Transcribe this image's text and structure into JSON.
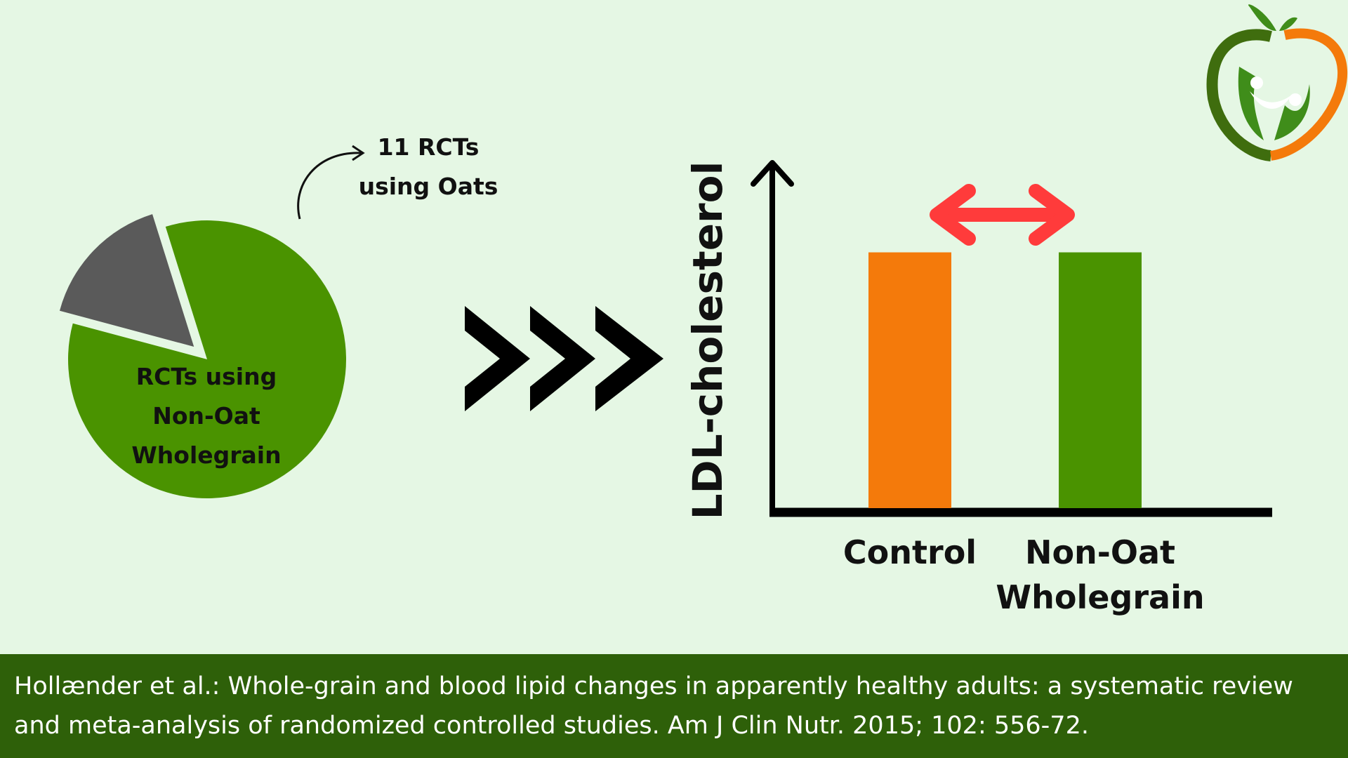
{
  "pie": {
    "slices": [
      {
        "label": "11 RCTs\nusing Oats",
        "fraction": 0.16,
        "color": "#5a5a5a"
      },
      {
        "label": "RCTs using\nNon-Oat\nWholegrain",
        "fraction": 0.84,
        "color": "#4a9300"
      }
    ]
  },
  "chart_data": {
    "type": "bar",
    "categories": [
      "Control",
      "Non-Oat\nWholegrain"
    ],
    "values": [
      1,
      1
    ],
    "colors": [
      "#f47a0b",
      "#4a9300"
    ],
    "title": "",
    "xlabel": "",
    "ylabel": "LDL-cholesterol",
    "ylim": [
      0,
      1.35
    ]
  },
  "colors": {
    "background": "#e5f7e4",
    "footer": "#2e6009",
    "arrow": "#ff3b3b",
    "axis": "#000000",
    "text": "#111111"
  },
  "icons": {
    "chevrons": "triple-chevron-right-icon",
    "double_arrow": "double-headed-arrow-icon",
    "logo": "apple-people-logo-icon"
  },
  "citation": {
    "line1": "Hollænder et al.:  Whole-grain and blood lipid changes in apparently healthy adults: a systematic review",
    "line2": "and meta-analysis of randomized controlled studies. Am J Clin Nutr. 2015; 102: 556-72."
  }
}
